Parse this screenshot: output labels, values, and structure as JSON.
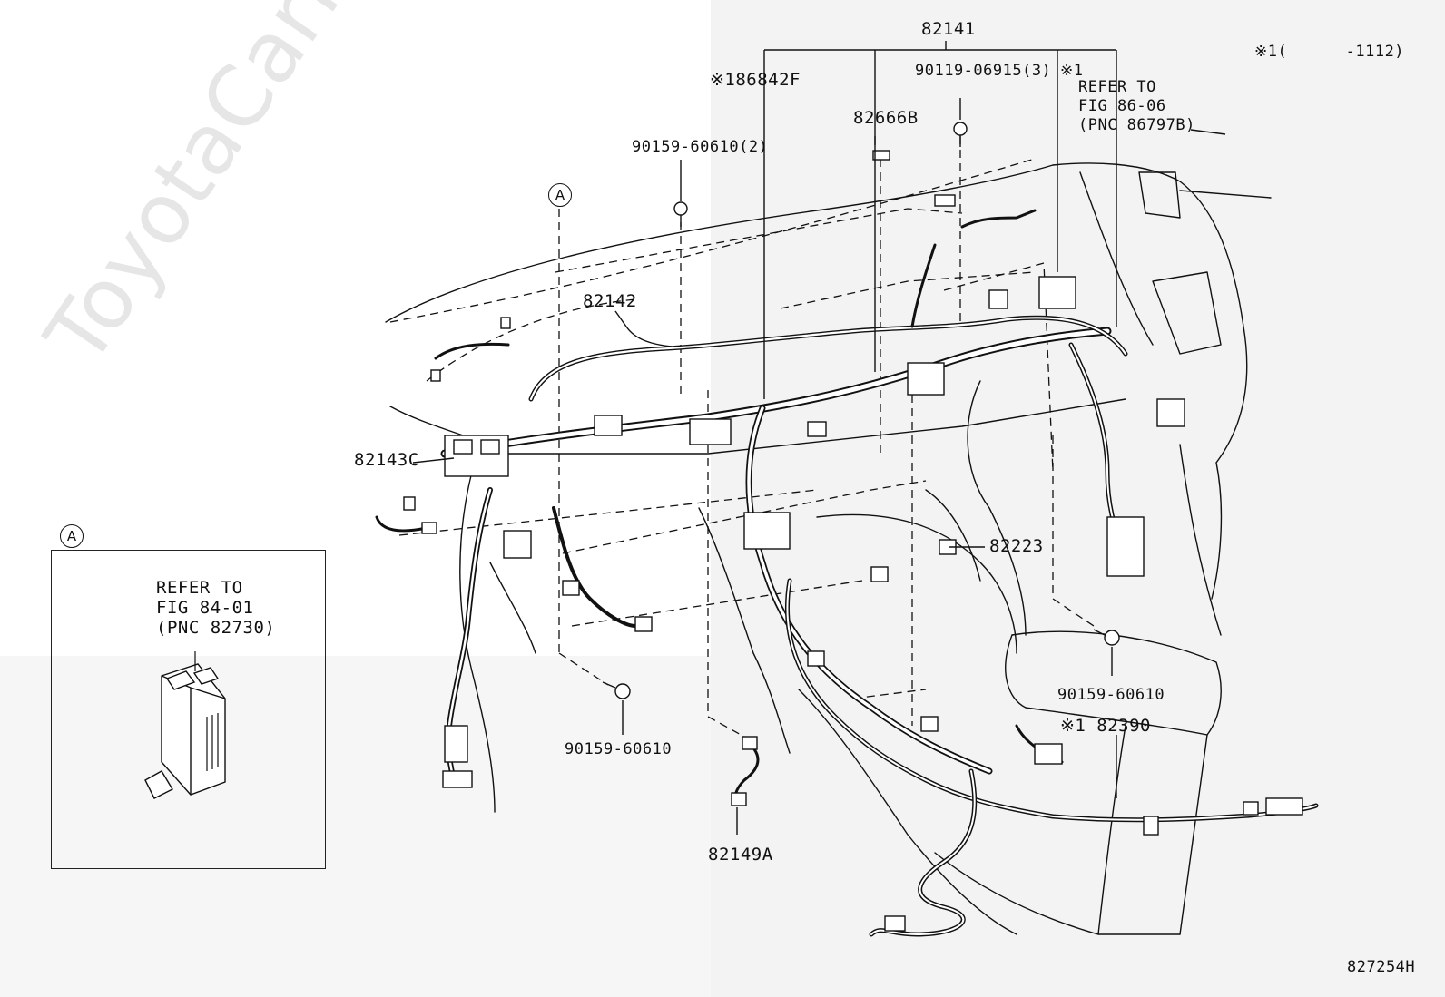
{
  "diagram": {
    "part_labels": {
      "p82141": "82141",
      "p86842F": "※186842F",
      "p82666B": "82666B",
      "p90119": "90119-06915(3)",
      "ref1_mark": "※1",
      "ref1_line1": "REFER TO",
      "ref1_line2": "FIG 86-06",
      "ref1_line3": "(PNC 86797B)",
      "note": "※1(      -1112)",
      "p90159_top": "90159-60610(2)",
      "p82142": "82142",
      "p82143C": "82143C",
      "p82223": "82223",
      "p90159_right": "90159-60610",
      "p82390": "※1 82390",
      "p90159_bottom": "90159-60610",
      "p82149A": "82149A",
      "figure_code": "827254H"
    },
    "callout_A": "A",
    "inset": {
      "callout": "A",
      "line1": "REFER TO",
      "line2": "FIG 84-01",
      "line3": "(PNC 82730)"
    }
  },
  "watermark": "ToyotaCarMine.ru",
  "colors": {
    "line": "#111111",
    "background": "#ffffff",
    "shade": "#f3f3f3",
    "watermark": "#e6e6e6"
  }
}
